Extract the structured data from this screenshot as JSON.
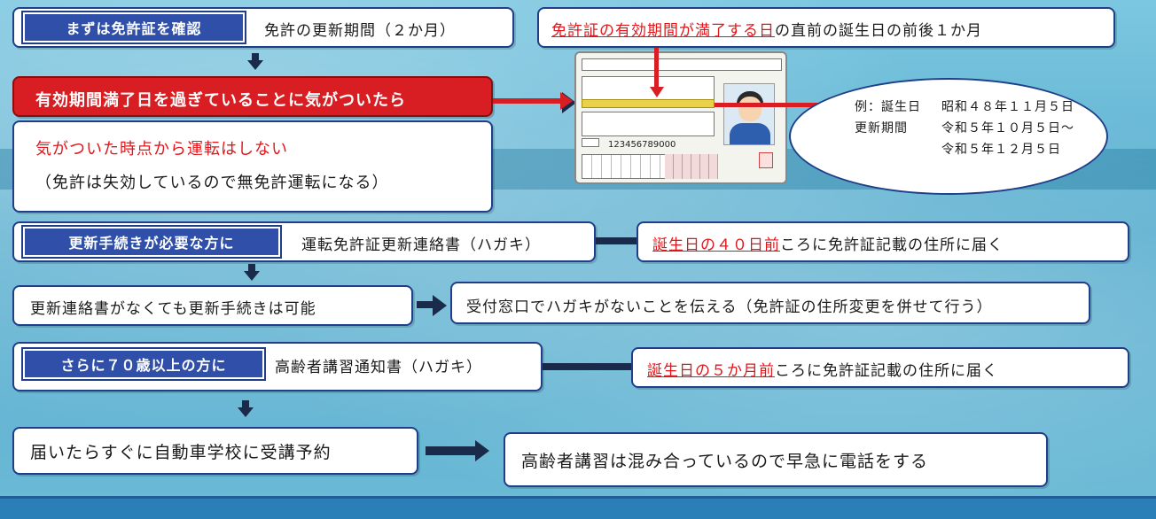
{
  "section1": {
    "tag": "まずは免許証を確認",
    "period_label": "免許の更新期間（２か月）",
    "expiry_note_red": "免許証の有効期間が満了する日",
    "expiry_note_rest": "の直前の誕生日の前後１か月",
    "overdue_banner": "有効期間満了日を過ぎていることに気がついたら",
    "stop_driving": "気がついた時点から運転はしない",
    "invalid_note": "（免許は失効しているので無免許運転になる）",
    "example": {
      "birthday_label": "例：誕生日",
      "birthday_value": "昭和４８年１１月５日",
      "period_label": "更新期間",
      "period_from": "令和５年１０月５日～",
      "period_to": "令和５年１２月５日"
    },
    "license_card": {
      "card_number": "123456789000"
    }
  },
  "section2": {
    "tag": "更新手続きが必要な方に",
    "notice_label": "運転免許証更新連絡書（ハガキ）",
    "arrival_red": "誕生日の４０日前",
    "arrival_rest": "ころに免許証記載の住所に届く",
    "no_notice": "更新連絡書がなくても更新手続きは可能",
    "counter_note": "受付窓口でハガキがないことを伝える（免許証の住所変更を併せて行う）"
  },
  "section3": {
    "tag": "さらに７０歳以上の方に",
    "notice_label": "高齢者講習通知書（ハガキ）",
    "arrival_red": "誕生日の５か月前",
    "arrival_rest": "ころに免許証記載の住所に届く",
    "reserve": "届いたらすぐに自動車学校に受講予約",
    "crowded_note": "高齢者講習は混み合っているので早急に電話をする"
  },
  "colors": {
    "tag_blue": "#2f4fa8",
    "banner_red": "#d81e22",
    "accent_red": "#e0161b",
    "frame_navy": "#1f3f8a"
  }
}
